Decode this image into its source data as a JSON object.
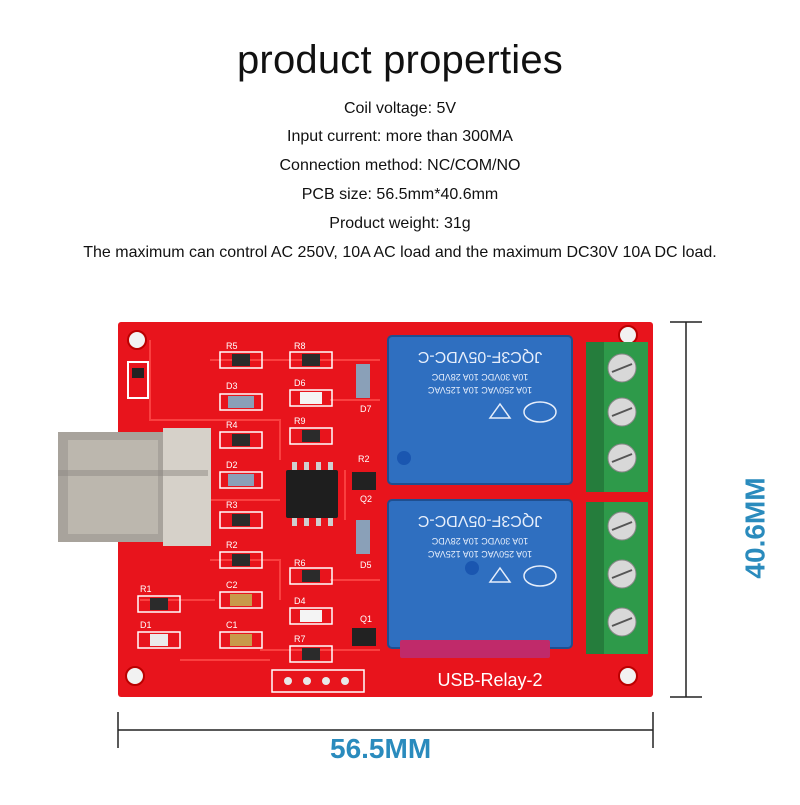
{
  "title": "product properties",
  "properties": [
    "Coil voltage: 5V",
    "Input current: more than 300MA",
    "Connection method: NC/COM/NO",
    "PCB size: 56.5mm*40.6mm",
    "Product weight: 31g",
    "The maximum can control AC 250V, 10A AC load and the maximum DC30V 10A DC load."
  ],
  "board": {
    "label": "USB-Relay-2",
    "relay_model": "JQC3F-05VDC-C",
    "relay_rating_1": "10A 250VAC 10A 125VAC",
    "relay_rating_2": "10A 30VDC 10A 28VDC",
    "silkscreen": [
      "R5",
      "D3",
      "R4",
      "D2",
      "R3",
      "R2",
      "C2",
      "C1",
      "R1",
      "D1",
      "R8",
      "D6",
      "R9",
      "R6",
      "D4",
      "R7",
      "D7",
      "R2",
      "Q2",
      "D5",
      "Q1"
    ],
    "pcb_color": "#e8141c",
    "relay_color": "#2f6fc0",
    "terminal_color": "#2e9a4a"
  },
  "dimensions": {
    "width": "56.5MM",
    "height": "40.6MM",
    "color": "#2a8bbd"
  }
}
